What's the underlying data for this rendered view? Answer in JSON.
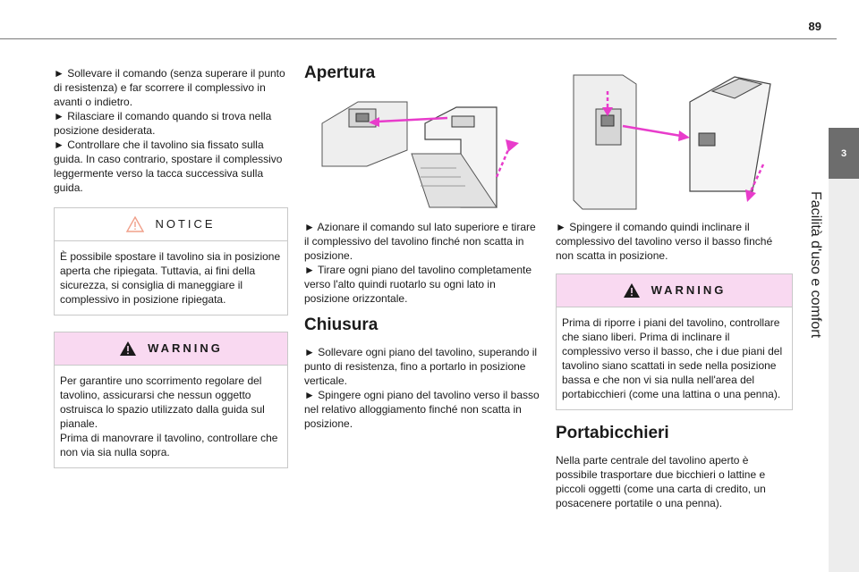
{
  "header": {
    "page_number": "89",
    "chapter_tab": "3",
    "chapter_title": "Facilità d'uso e comfort"
  },
  "col1": {
    "lines": [
      "► Sollevare il comando (senza superare il punto di resistenza) e far scorrere il complessivo in avanti o indietro.",
      "► Rilasciare il comando quando si trova nella posizione desiderata.",
      "► Controllare che il tavolino sia fissato sulla guida. In caso contrario, spostare il complessivo leggermente verso la tacca successiva sulla guida."
    ],
    "notice": {
      "title": "NOTICE",
      "text": "È possibile spostare il tavolino sia in posizione aperta che ripiegata. Tuttavia, ai fini della sicurezza, si consiglia di maneggiare il complessivo in posizione ripiegata."
    },
    "warning": {
      "title": "WARNING",
      "text": "Per garantire uno scorrimento regolare del tavolino, assicurarsi che nessun oggetto ostruisca lo spazio utilizzato dalla guida sul pianale.\nPrima di manovrare il tavolino, controllare che non via sia nulla sopra."
    }
  },
  "col2": {
    "heading_open": "Apertura",
    "open_lines": [
      "► Azionare il comando sul lato superiore e tirare il complessivo del tavolino finché non scatta in posizione.",
      "► Tirare ogni piano del tavolino completamente verso l'alto quindi ruotarlo su ogni lato in posizione orizzontale."
    ],
    "heading_close": "Chiusura",
    "close_lines": [
      "► Sollevare ogni piano del tavolino, superando il punto di resistenza, fino a portarlo in posizione verticale.",
      "► Spingere ogni piano del tavolino verso il basso nel relativo alloggiamento finché non scatta in posizione."
    ]
  },
  "col3": {
    "lines": [
      "► Spingere il comando quindi inclinare il complessivo del tavolino verso il basso finché non scatta in posizione."
    ],
    "warning": {
      "title": "WARNING",
      "text": "Prima di riporre i piani del tavolino, controllare che siano liberi. Prima di inclinare il complessivo verso il basso, che i due piani del tavolino siano scattati in sede nella posizione bassa e che non vi sia nulla nell'area del portabicchieri (come una lattina o una penna)."
    },
    "heading_cup": "Portabicchieri",
    "cup_text": "Nella parte centrale del tavolino aperto è possibile trasportare due bicchieri o lattine e piccoli oggetti (come una carta di credito, un posacenere portatile o una penna)."
  },
  "colors": {
    "accent_magenta": "#e83ccb",
    "warning_band": "#f9d9f1",
    "notice_icon": "#f0a08a",
    "tab_gray": "#6d6d6d"
  }
}
